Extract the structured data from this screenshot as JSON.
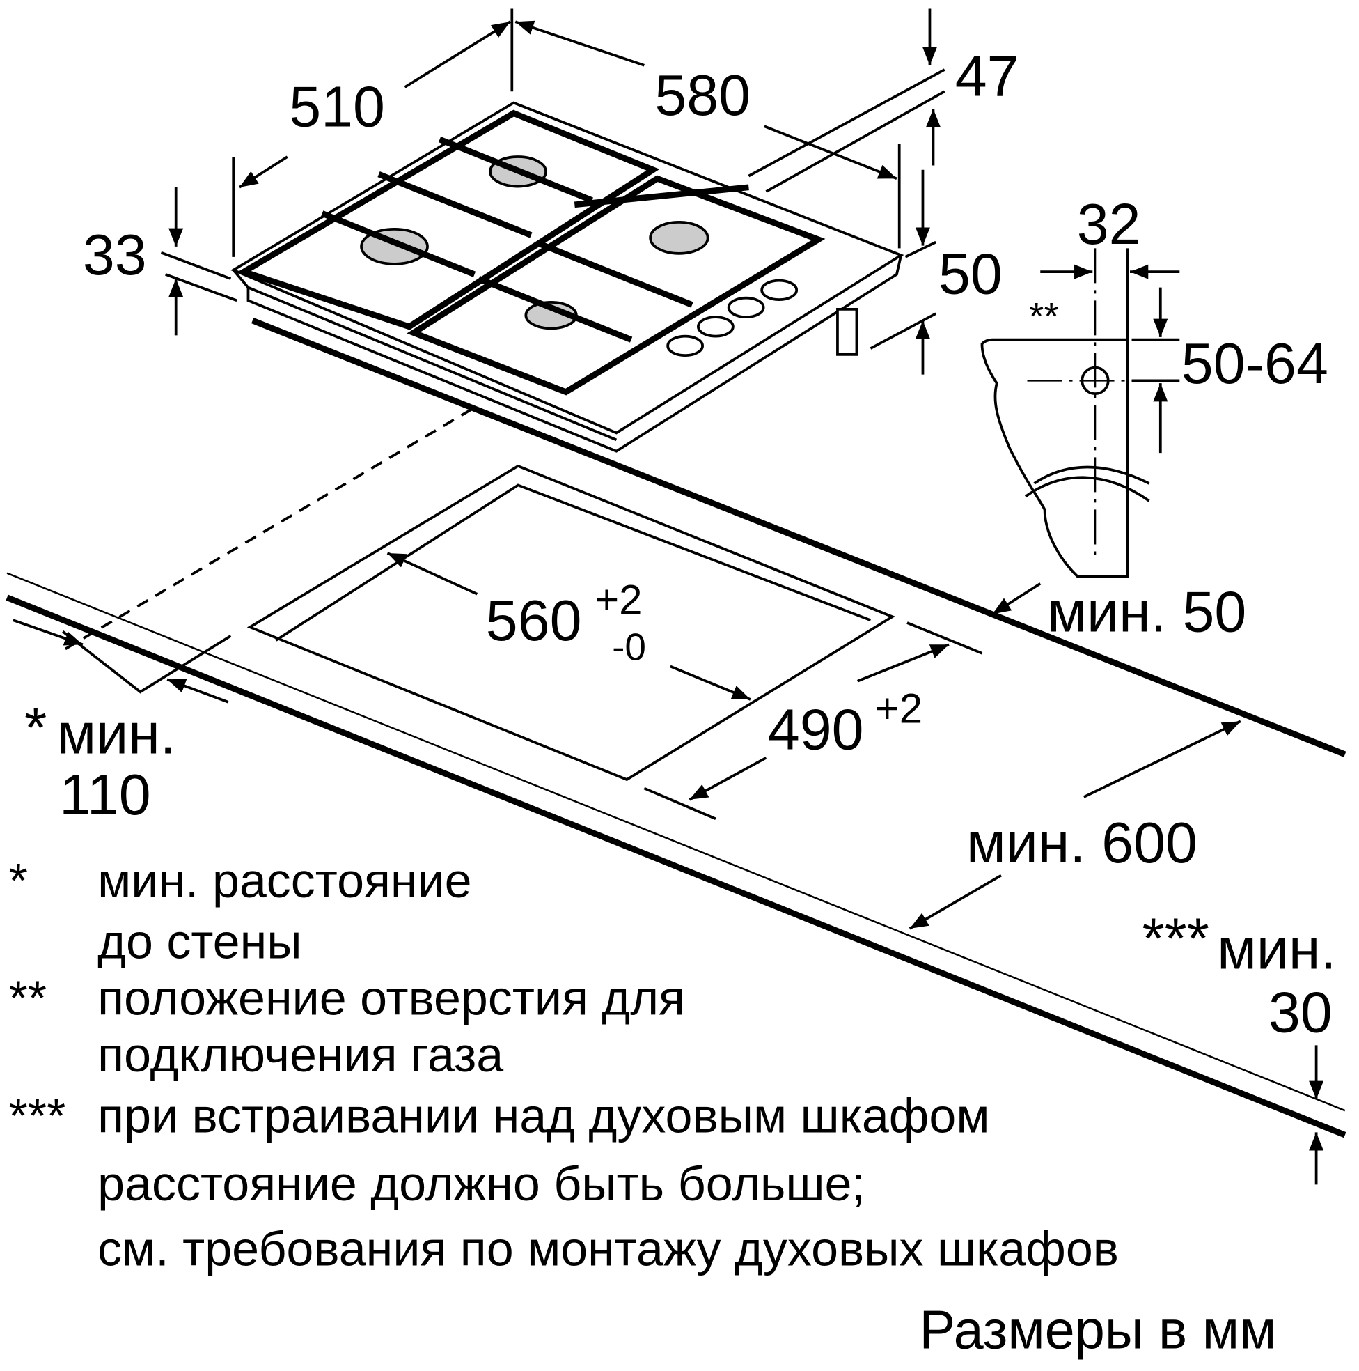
{
  "dimensions": {
    "depth": "510",
    "width": "580",
    "height_total": "47",
    "top_thickness": "33",
    "leg_offset": "50",
    "gas_x": "32",
    "gas_y": "50-64",
    "gas_marker": "**",
    "cutout_width": "560",
    "cutout_width_tol_plus": "+2",
    "cutout_width_tol_minus": "-0",
    "cutout_depth": "490",
    "cutout_depth_tol_plus": "+2",
    "min_back": "мин. 50",
    "min_wall_star": "*",
    "min_wall_label": "мин.",
    "min_wall_value": "110",
    "min_front": "мин. 600",
    "min_oven_star": "***",
    "min_oven_label": "мин.",
    "min_oven_value": "30"
  },
  "notes": [
    {
      "mark": "*",
      "lines": [
        "мин. расстояние",
        "до стены"
      ]
    },
    {
      "mark": "**",
      "lines": [
        "положение отверстия для",
        "подключения газа"
      ]
    },
    {
      "mark": "***",
      "lines": [
        "при встраивании над духовым шкафом",
        "расстояние должно быть больше;",
        "см. требования по монтажу духовых шкафов"
      ]
    }
  ],
  "units_caption": "Размеры в мм"
}
